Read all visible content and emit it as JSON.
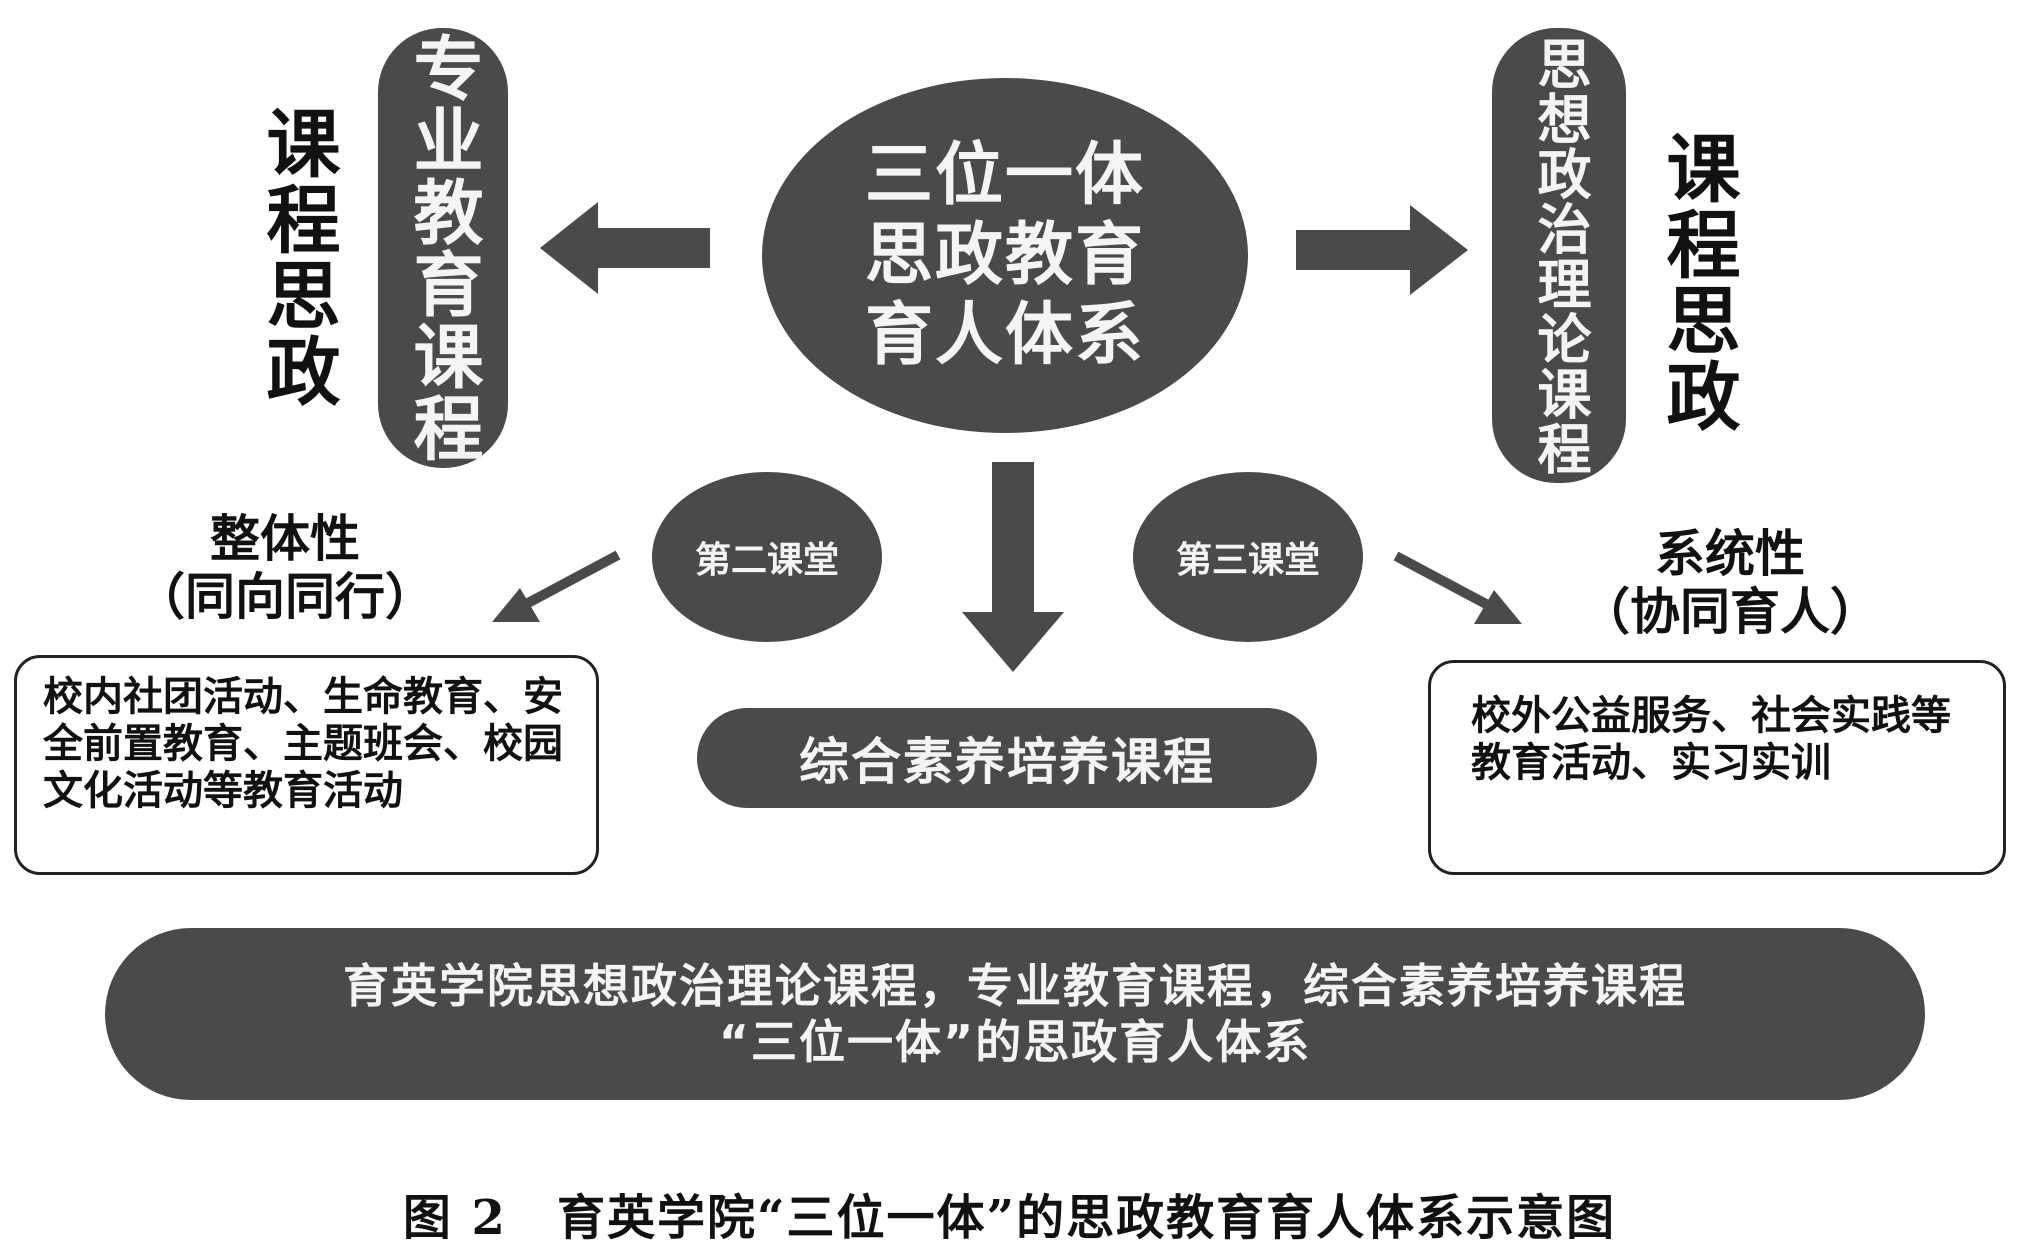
{
  "center": {
    "lines": [
      "三位一体",
      "思政教育",
      "育人体系"
    ]
  },
  "left_pill": {
    "text": "专业教育课程"
  },
  "right_pill": {
    "text": "思想政治理论课程"
  },
  "left_label": {
    "text": "课程思政"
  },
  "right_label": {
    "text": "课程思政"
  },
  "second_class": {
    "text": "第二课堂"
  },
  "third_class": {
    "text": "第三课堂"
  },
  "left_group": {
    "title": "整体性",
    "subtitle": "（同向同行）",
    "box_text": "校内社团活动、生命教育、安全前置教育、主题班会、校园文化活动等教育活动"
  },
  "right_group": {
    "title": "系统性",
    "subtitle": "（协同育人）",
    "box_text": "校外公益服务、社会实践等教育活动、实习实训"
  },
  "center_pill": {
    "text": "综合素养培养课程"
  },
  "bottom_pill": {
    "line1": "育英学院思想政治理论课程，专业教育课程，综合素养培养课程",
    "line2": "“三位一体”的思政育人体系"
  },
  "caption": {
    "text": "图 2　育英学院“三位一体”的思政教育育人体系示意图"
  },
  "colors": {
    "dark_fill": "#4a4a4a",
    "light_text": "#f4f4f4"
  }
}
